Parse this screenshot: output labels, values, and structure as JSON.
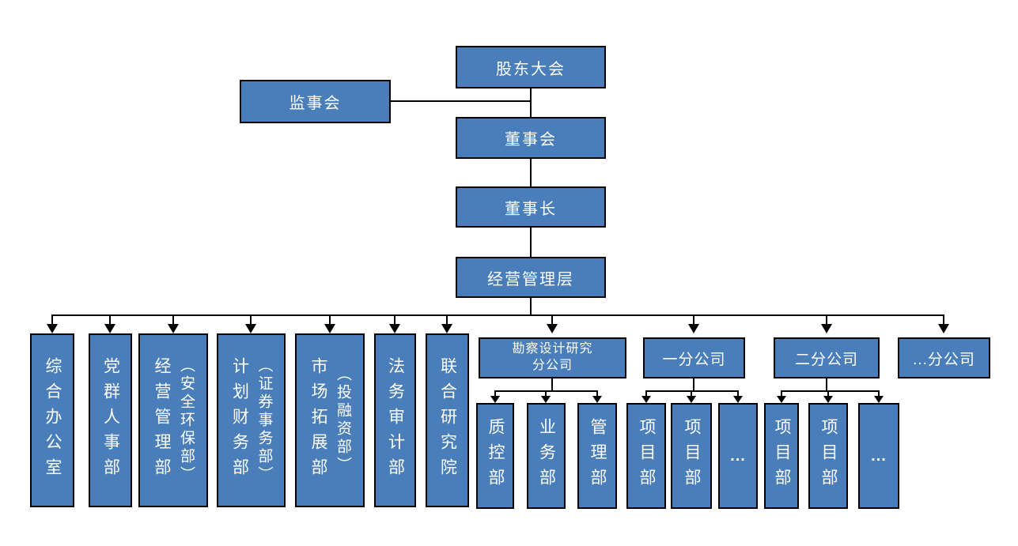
{
  "org_chart": {
    "nodes": {
      "shareholders_meeting": "股东大会",
      "supervisory_board": "监事会",
      "board_of_directors": "董事会",
      "chairman": "董事长",
      "management_level": "经营管理层"
    },
    "departments": [
      {
        "name": "综合办公室",
        "cols": [
          "综合办公室"
        ]
      },
      {
        "name": "党群人事部",
        "cols": [
          "党群人事部"
        ]
      },
      {
        "name": "经营管理部（安全环保部）",
        "cols": [
          "经营管理部",
          "（安全环保部）"
        ]
      },
      {
        "name": "计划财务部（证券事务部）",
        "cols": [
          "计划财务部",
          "（证券事务部）"
        ]
      },
      {
        "name": "市场拓展部（投融资部）",
        "cols": [
          "市场拓展部",
          "（投融资部）"
        ]
      },
      {
        "name": "法务审计部",
        "cols": [
          "法务审计部"
        ]
      },
      {
        "name": "联合研究院",
        "cols": [
          "联合研究院"
        ]
      }
    ],
    "branches": {
      "survey_design": {
        "name": "勘察设计研究分公司",
        "line1": "勘察设计研究",
        "line2": "分公司",
        "children": [
          "质控部",
          "业务部",
          "管理部"
        ]
      },
      "first_branch": {
        "name": "一分公司",
        "children": [
          "项目部",
          "项目部",
          "..."
        ]
      },
      "second_branch": {
        "name": "二分公司",
        "children": [
          "项目部",
          "项目部",
          "..."
        ]
      },
      "other_branch": {
        "name": "...分公司",
        "children": []
      }
    },
    "colors": {
      "box_fill": "#4a7ebb",
      "box_border": "#000000",
      "box_text": "#ffffff",
      "connector": "#000000",
      "background": "#ffffff"
    }
  }
}
